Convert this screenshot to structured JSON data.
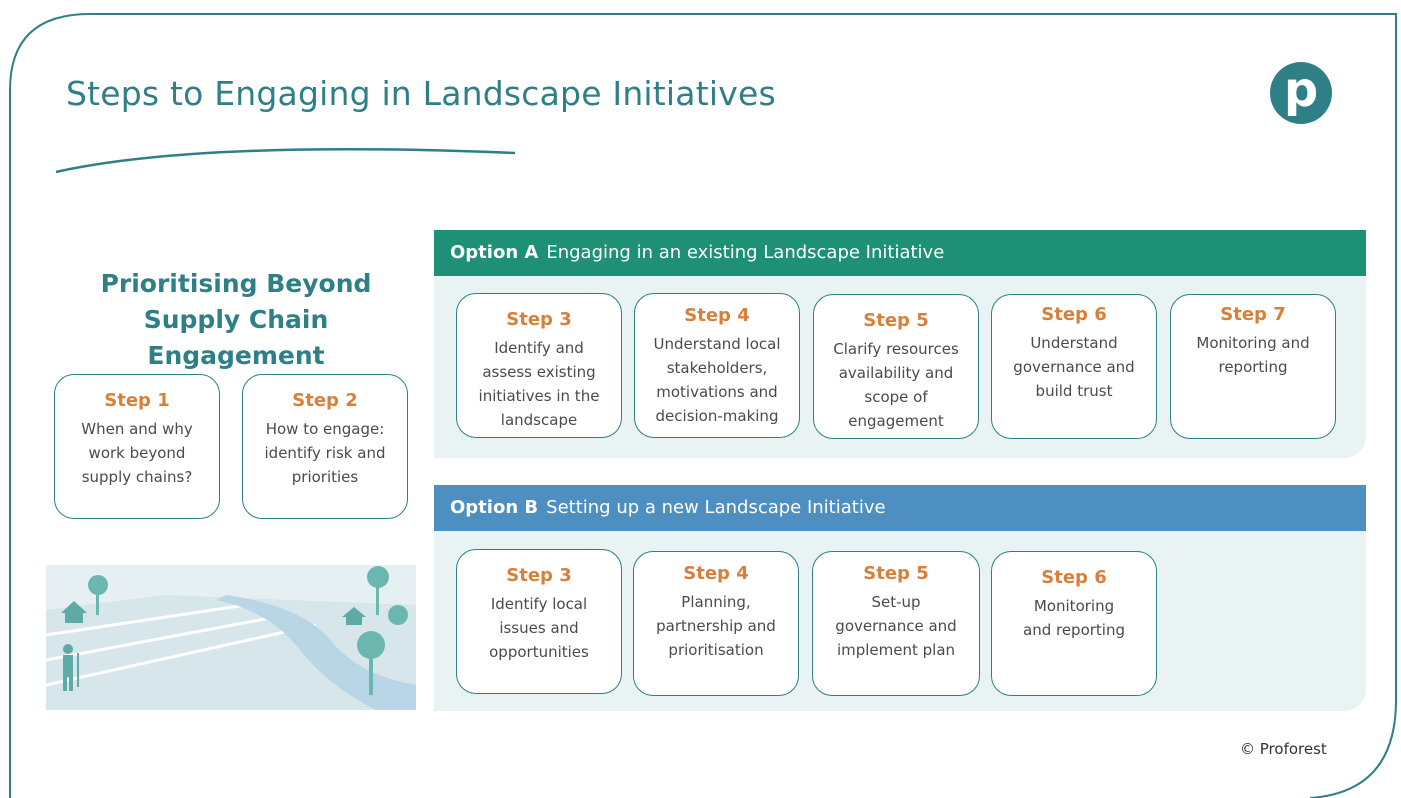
{
  "title": "Steps to Engaging in Landscape Initiatives",
  "logo_letter": "p",
  "left": {
    "heading_line1": "Prioritising Beyond",
    "heading_line2": "Supply Chain Engagement",
    "steps": [
      {
        "label": "Step 1",
        "text": "When and why\nwork beyond\nsupply chains?"
      },
      {
        "label": "Step 2",
        "text": "How to engage:\nidentify risk and\npriorities"
      }
    ]
  },
  "option_a": {
    "tag": "Option A",
    "title": "Engaging in an existing Landscape Initiative",
    "color": "#1e9075",
    "steps": [
      {
        "label": "Step 3",
        "text": "Identify and\nassess existing\ninitiatives in the\nlandscape"
      },
      {
        "label": "Step 4",
        "text": "Understand local\nstakeholders,\nmotivations and\ndecision-making"
      },
      {
        "label": "Step 5",
        "text": "Clarify resources\navailability and\nscope of\nengagement"
      },
      {
        "label": "Step 6",
        "text": "Understand\ngovernance and\nbuild trust"
      },
      {
        "label": "Step 7",
        "text": "Monitoring and\nreporting"
      }
    ]
  },
  "option_b": {
    "tag": "Option B",
    "title": "Setting up a new Landscape Initiative",
    "color": "#4d8fc0",
    "steps": [
      {
        "label": "Step 3",
        "text": "Identify local\nissues and\nopportunities"
      },
      {
        "label": "Step 4",
        "text": "Planning,\npartnership and\nprioritisation"
      },
      {
        "label": "Step 5",
        "text": "Set-up\ngovernance and\nimplement plan"
      },
      {
        "label": "Step 6",
        "text": "Monitoring\nand reporting"
      }
    ]
  },
  "copyright": "© Proforest"
}
